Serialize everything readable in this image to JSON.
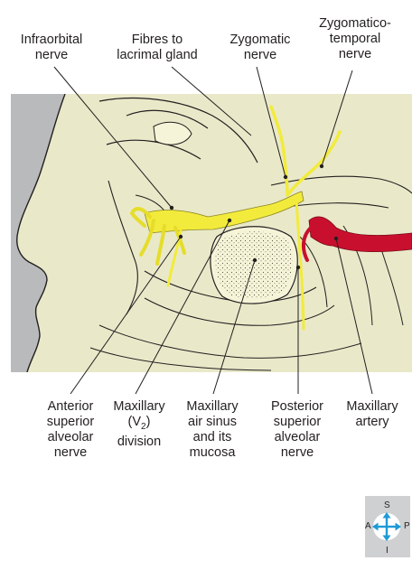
{
  "labels": {
    "infraorbital": [
      "Infraorbital",
      "nerve"
    ],
    "fibres_lacrimal": [
      "Fibres to",
      "lacrimal gland"
    ],
    "zygomatic": [
      "Zygomatic",
      "nerve"
    ],
    "zygomaticotemporal": [
      "Zygomatico-",
      "temporal",
      "nerve"
    ],
    "anterior_superior_alveolar": [
      "Anterior",
      "superior",
      "alveolar",
      "nerve"
    ],
    "maxillary_division": [
      "Maxillary",
      "(V",
      "2",
      ")",
      "division"
    ],
    "maxillary_sinus": [
      "Maxillary",
      "air sinus",
      "and its",
      "mucosa"
    ],
    "posterior_superior_alveolar": [
      "Posterior",
      "superior",
      "alveolar",
      "nerve"
    ],
    "maxillary_artery": [
      "Maxillary",
      "artery"
    ]
  },
  "compass": {
    "superior": "S",
    "anterior": "A",
    "posterior": "P",
    "inferior": "I"
  },
  "colors": {
    "nerve": "#f2eb3c",
    "artery": "#c8102e",
    "bone": "#f6f4d8",
    "background": "#e9e9c9",
    "skin": "#b9babc",
    "compass_arrow": "#1f9ad6"
  }
}
